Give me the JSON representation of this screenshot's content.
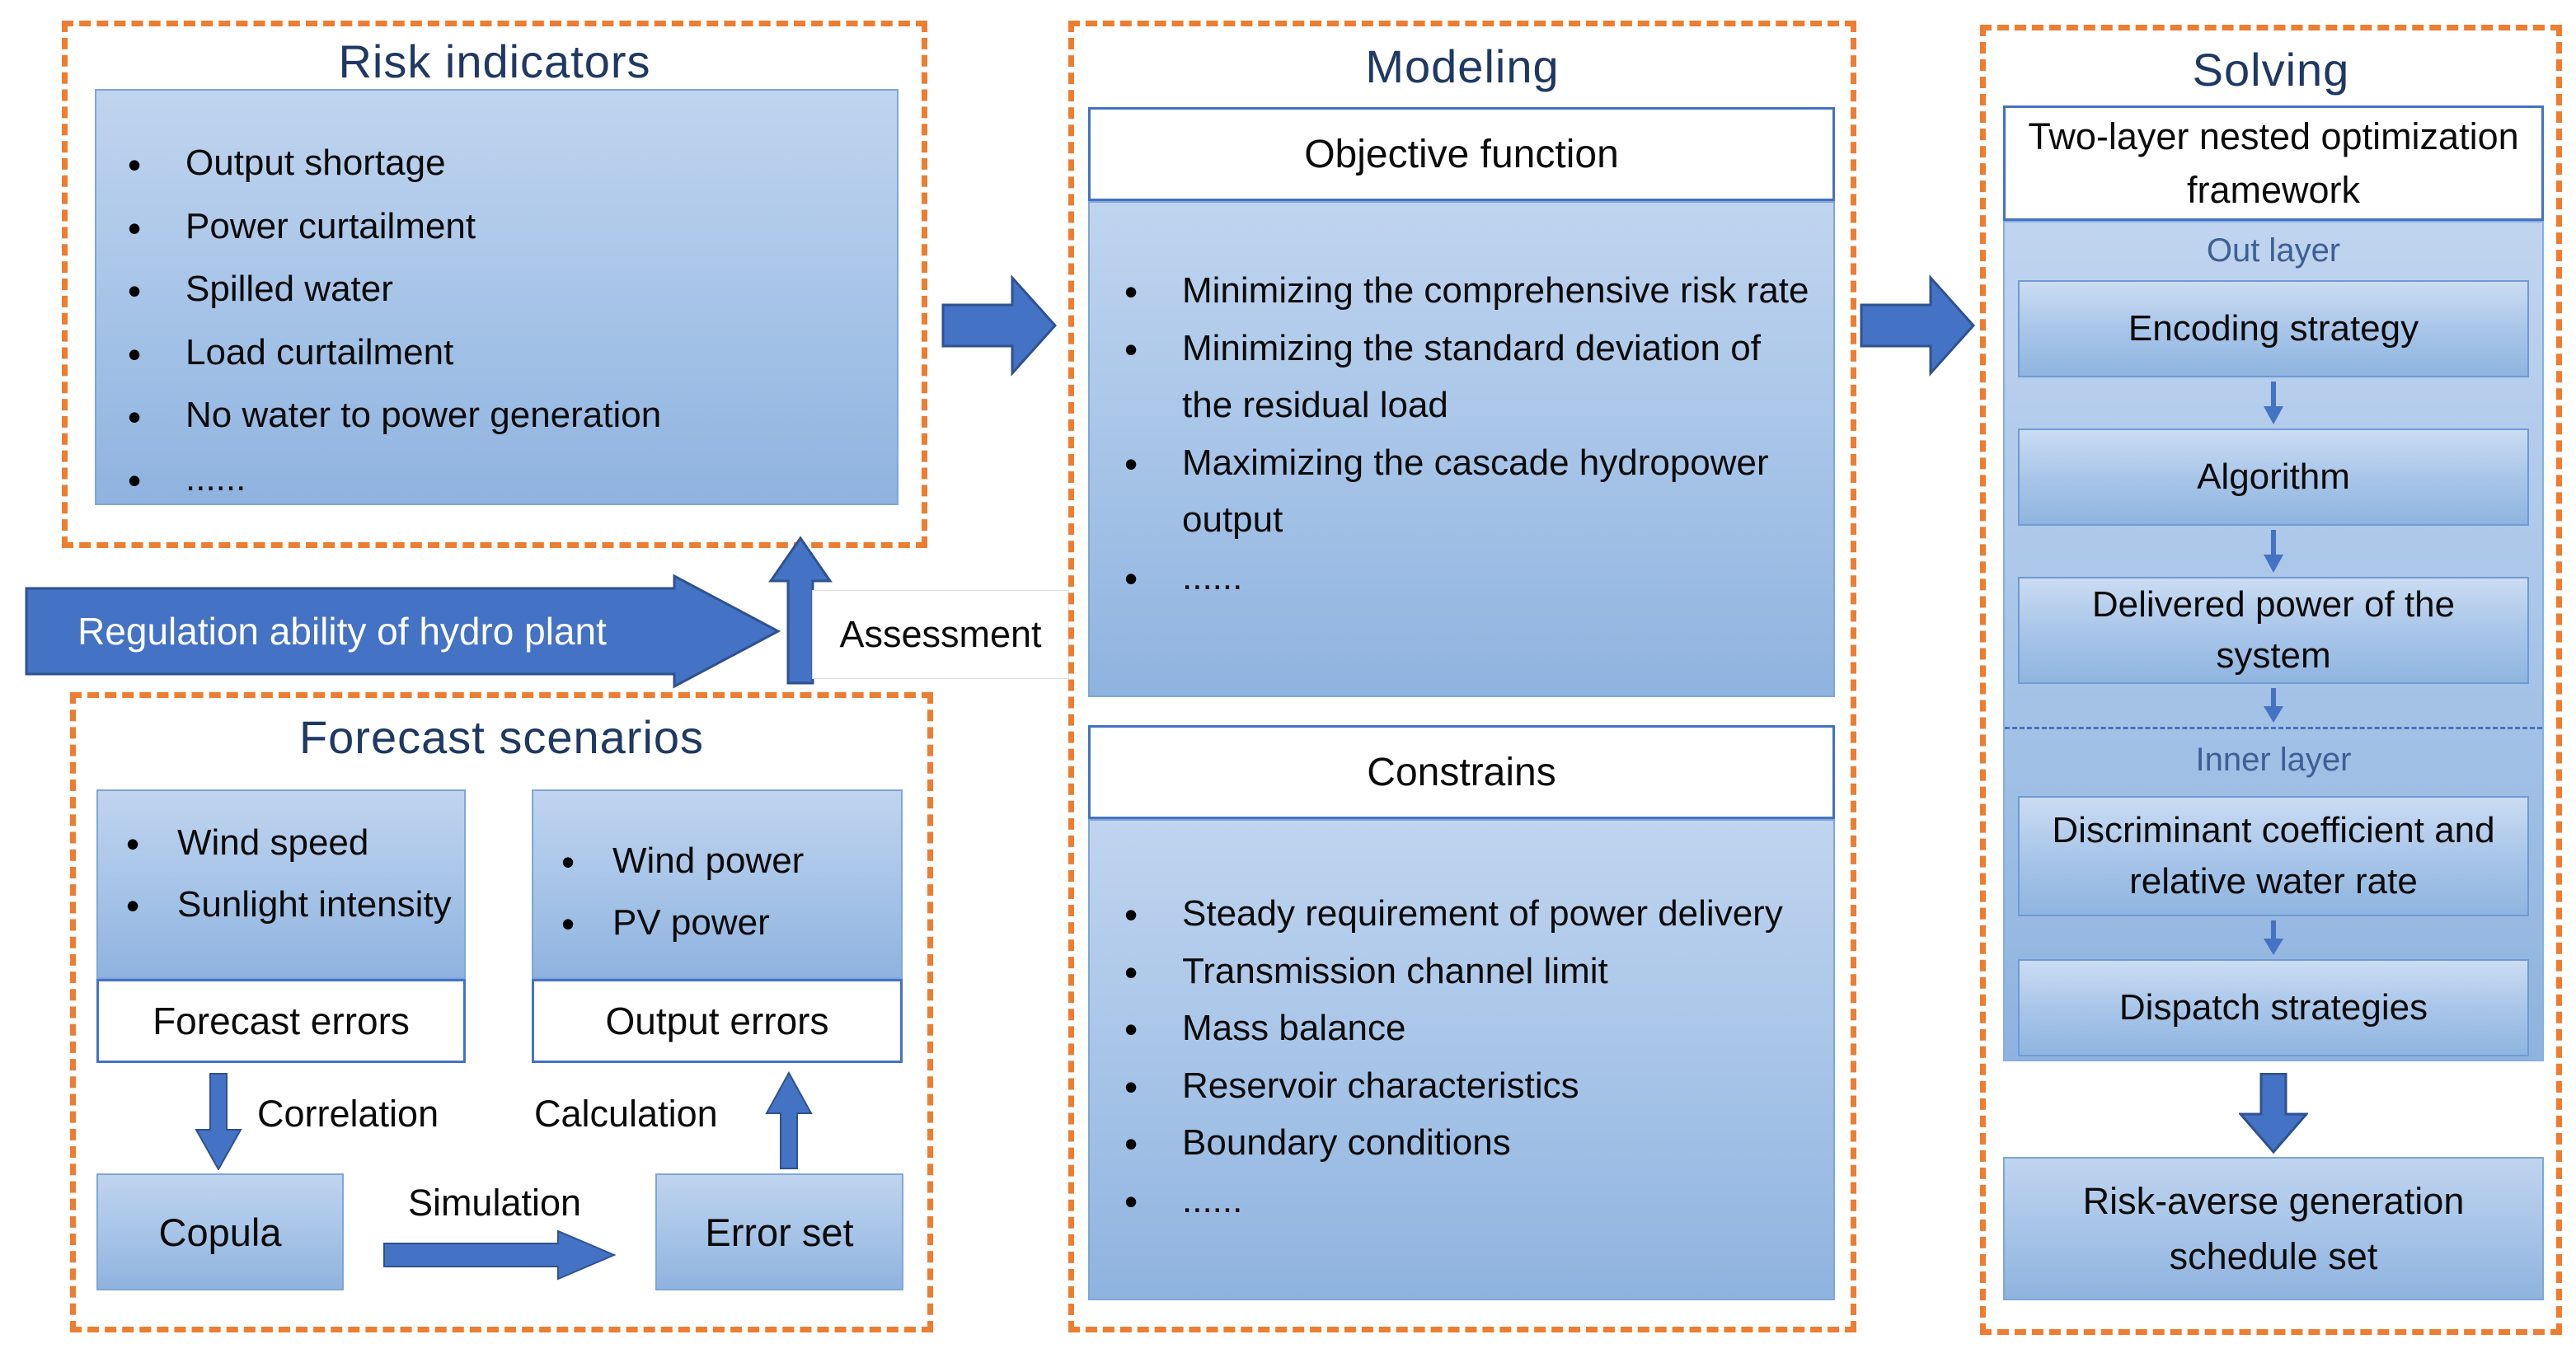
{
  "palette": {
    "accent_blue": "#4472c4",
    "accent_blue_dark": "#2f528f",
    "box_fill_light": "#c0d4ef",
    "box_fill_deep": "#8fb3df",
    "dashed_border_orange": "#ed7d31",
    "section_title_navy": "#1f3864",
    "layer_label_blue": "#3d5f94"
  },
  "risk": {
    "title": "Risk indicators",
    "items": [
      "Output shortage",
      "Power curtailment",
      "Spilled water",
      "Load curtailment",
      "No water to power generation",
      "......"
    ]
  },
  "regulation_banner": {
    "label": "Regulation ability of hydro plant"
  },
  "assessment": {
    "label": "Assessment"
  },
  "forecast": {
    "title": "Forecast scenarios",
    "weather_sources": [
      "Wind speed",
      "Sunlight intensity"
    ],
    "power_sources": [
      "Wind power",
      "PV power"
    ],
    "forecast_errors_label": "Forecast errors",
    "output_errors_label": "Output errors",
    "correlation_label": "Correlation",
    "calculation_label": "Calculation",
    "copula_label": "Copula",
    "simulation_label": "Simulation",
    "error_set_label": "Error set"
  },
  "modeling": {
    "title": "Modeling",
    "objective_header": "Objective function",
    "objective_items": [
      "Minimizing the comprehensive risk rate",
      "Minimizing the standard deviation of the residual load",
      "Maximizing the cascade hydropower output",
      "......"
    ],
    "constrains_header": "Constrains",
    "constrains_items": [
      "Steady requirement of power delivery",
      "Transmission channel limit",
      "Mass balance",
      "Reservoir characteristics",
      "Boundary conditions",
      "......"
    ]
  },
  "solving": {
    "title": "Solving",
    "framework_header": "Two-layer nested optimization framework",
    "out_layer_label": "Out layer",
    "out_steps": [
      "Encoding strategy",
      "Algorithm",
      "Delivered power of the system"
    ],
    "inner_layer_label": "Inner layer",
    "inner_steps": [
      "Discriminant coefficient and relative water rate",
      "Dispatch strategies"
    ],
    "result_label": "Risk-averse generation schedule set"
  }
}
